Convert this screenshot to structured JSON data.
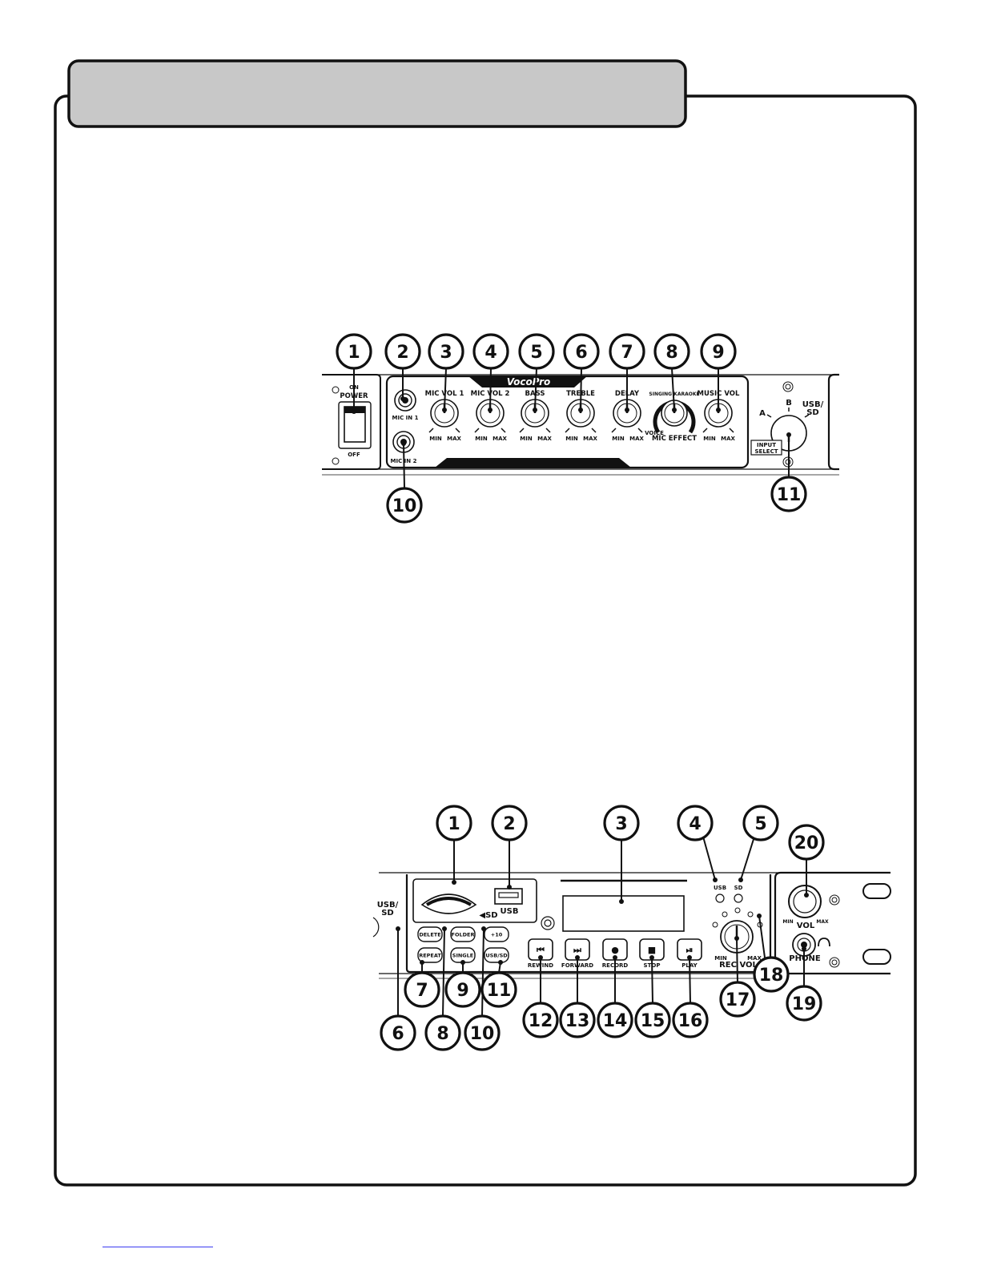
{
  "top_panel": {
    "brand": "VocoPro",
    "power": {
      "on": "ON",
      "label": "POWER",
      "off": "OFF"
    },
    "mic_in_1": "MIC IN 1",
    "mic_in_2": "MIC IN 2",
    "knobs": [
      {
        "label": "MIC VOL 1",
        "min": "MIN",
        "max": "MAX"
      },
      {
        "label": "MIC VOL 2",
        "min": "MIN",
        "max": "MAX"
      },
      {
        "label": "BASS",
        "min": "MIN",
        "max": "MAX"
      },
      {
        "label": "TREBLE",
        "min": "MIN",
        "max": "MAX"
      },
      {
        "label": "DELAY",
        "min": "MIN",
        "max": "MAX"
      }
    ],
    "mic_effect": {
      "top": "SINGING KARAOKE",
      "voice": "VOICE",
      "label": "MIC EFFECT"
    },
    "music_vol": {
      "label": "MUSIC VOL",
      "min": "MIN",
      "max": "MAX"
    },
    "input_select": {
      "a": "A",
      "b": "B",
      "usb": "USB/",
      "sd": "SD",
      "label1": "INPUT",
      "label2": "SELECT"
    },
    "callouts": [
      "1",
      "2",
      "3",
      "4",
      "5",
      "6",
      "7",
      "8",
      "9",
      "10",
      "11"
    ]
  },
  "bottom_panel": {
    "side_usb": "USB/",
    "side_sd": "SD",
    "sd_slot": "◀SD",
    "usb_port": "USB",
    "led_usb": "USB",
    "led_sd": "SD",
    "buttons_small": [
      "DELETE",
      "FOLDER",
      "+10",
      "REPEAT",
      "SINGLE",
      "USB/SD"
    ],
    "transport": [
      {
        "glyph": "⏮",
        "label": "REWIND"
      },
      {
        "glyph": "⏭",
        "label": "FORWARD"
      },
      {
        "glyph": "●",
        "label": "RECORD"
      },
      {
        "glyph": "■",
        "label": "STOP"
      },
      {
        "glyph": "⏯",
        "label": "PLAY"
      }
    ],
    "rec_vol": {
      "min": "MIN",
      "max": "MAX",
      "label": "REC VOL"
    },
    "vol": {
      "min": "MIN",
      "max": "MAX",
      "label": "VOL"
    },
    "phone": "PHONE",
    "callouts": [
      "1",
      "2",
      "3",
      "4",
      "5",
      "20",
      "6",
      "7",
      "8",
      "9",
      "10",
      "11",
      "12",
      "13",
      "14",
      "15",
      "16",
      "17",
      "18",
      "19"
    ]
  }
}
